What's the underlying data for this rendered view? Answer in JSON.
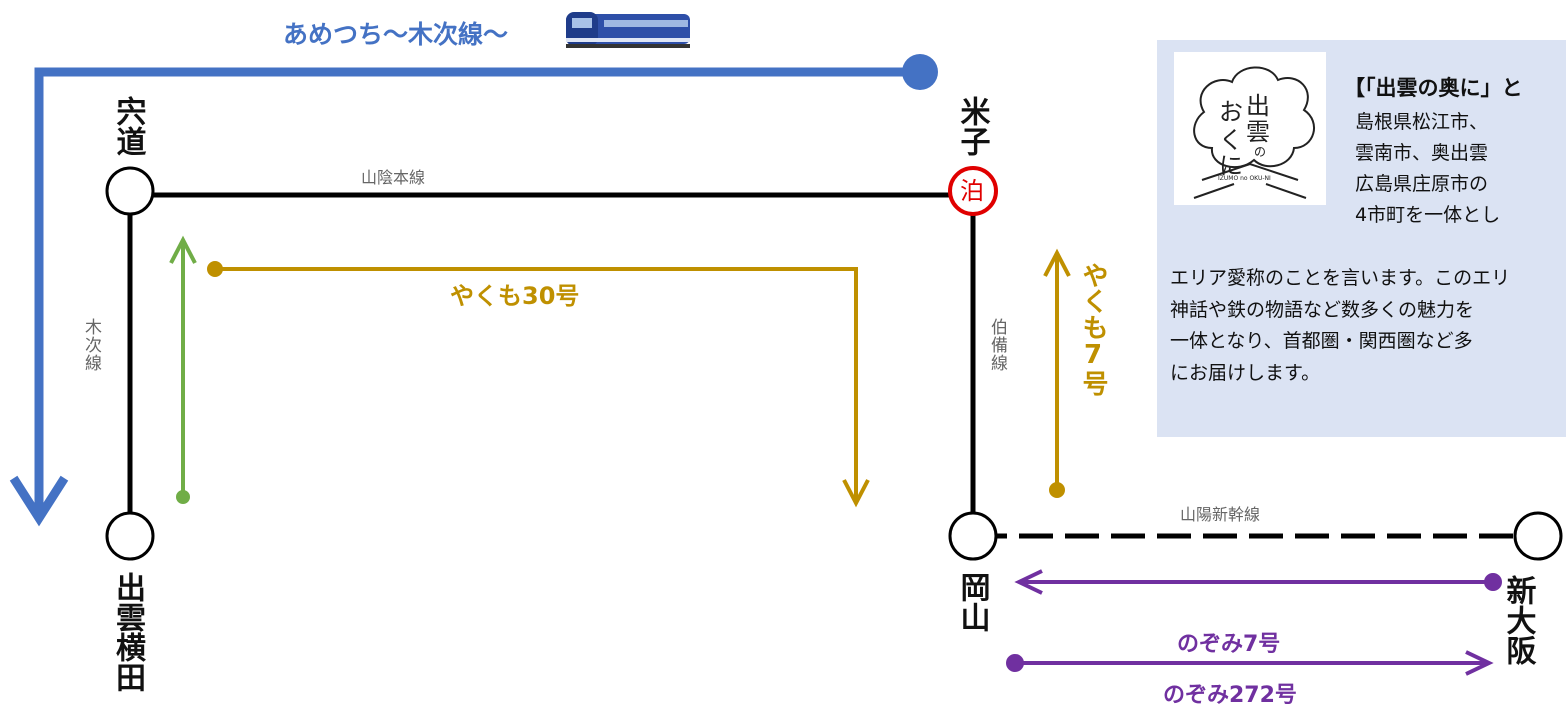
{
  "header": {
    "title": "あめつち〜木次線〜"
  },
  "stations": {
    "shinji": "宍道",
    "yonago": "米子",
    "izumo_yokota": "出雲横田",
    "okayama": "岡山",
    "shin_osaka": "新大阪"
  },
  "overnight_marker": "泊",
  "lines": {
    "sanin": "山陰本線",
    "kisuki": "木次線",
    "hakubi": "伯備線",
    "sanyo_shinkansen": "山陽新幹線"
  },
  "trains": {
    "yakumo30": "やくも30号",
    "yakumo7": "やくも7号",
    "nozomi7": "のぞみ7号",
    "nozomi272": "のぞみ272号"
  },
  "info": {
    "title": "【「出雲の奥に」と",
    "logo_text": "出雲の おくに IZUMO no OKU-NI",
    "lines": [
      "島根県松江市、",
      "雲南市、奥出雲",
      "広島県庄原市の",
      "4市町を一体とし"
    ],
    "lines2": [
      "エリア愛称のことを言います。このエリ",
      "神話や鉄の物語など数多くの魅力を",
      "一体となり、首都圏・関西圏など多",
      "にお届けします。"
    ]
  },
  "colors": {
    "ametsuchi_blue": "#4472c4",
    "yakumo_gold": "#bf9000",
    "green": "#70ad47",
    "nozomi_purple": "#7030a0",
    "overnight_red": "#e00000",
    "info_bg": "#dbe3f3"
  }
}
